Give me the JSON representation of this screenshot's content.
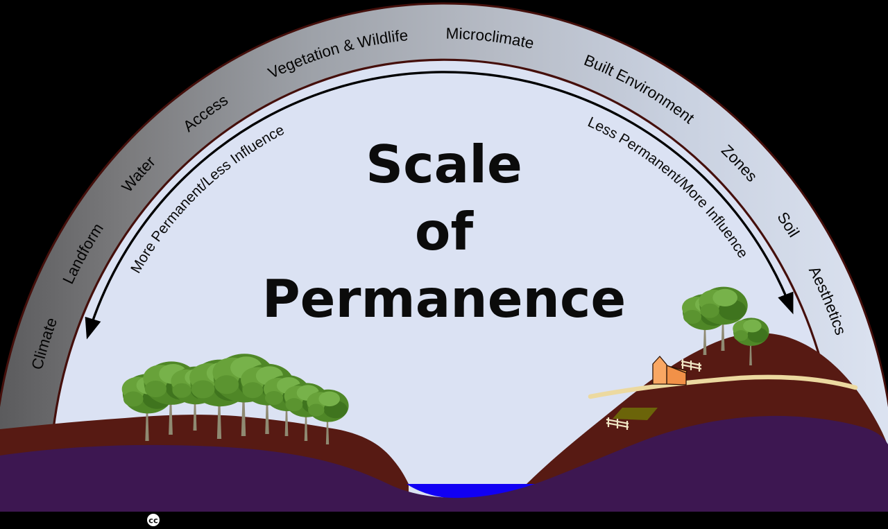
{
  "title": {
    "lines": [
      "Scale",
      "of",
      "Permanence"
    ]
  },
  "ring": {
    "items": [
      "Climate",
      "Landform",
      "Water",
      "Access",
      "Vegetation & Wildlife",
      "Microclimate",
      "Built Environment",
      "Zones",
      "Soil",
      "Aesthetics"
    ]
  },
  "arrows": {
    "left_label": "More Permanent/Less Influence",
    "right_label": "Less Permanent/More Influence"
  },
  "footer": {
    "license_badge": "cc"
  },
  "colors": {
    "background": "#000000",
    "ring_gradient_dark": "#59595b",
    "ring_gradient_light": "#dce3f1",
    "ring_border": "#450f0b",
    "dome_sky": "#dbe2f3",
    "hill_maroon": "#571a13",
    "foreground_purple": "#3d1751",
    "pond_blue": "#1100f3",
    "road_cream": "#ecd9a0",
    "field_olive": "#6b6409",
    "house_orange": "#f9a763",
    "tree_canopy_green": "#4f8727"
  }
}
